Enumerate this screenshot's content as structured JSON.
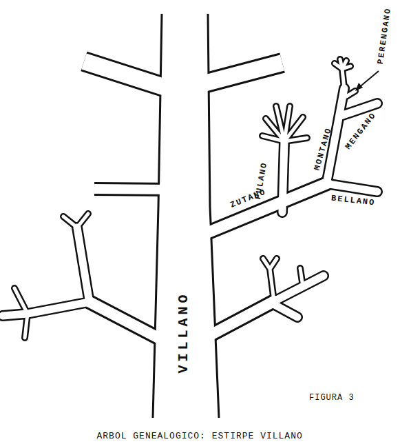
{
  "diagram": {
    "caption": "ARBOL GENEALOGICO: ESTIRPE VILLANO",
    "labels": [
      "PERENGANO",
      "MENGANO",
      "MONTANO",
      "FULANO",
      "ZUTANO",
      "BELLANO",
      "VILLANO",
      "FIGURA 3"
    ]
  }
}
